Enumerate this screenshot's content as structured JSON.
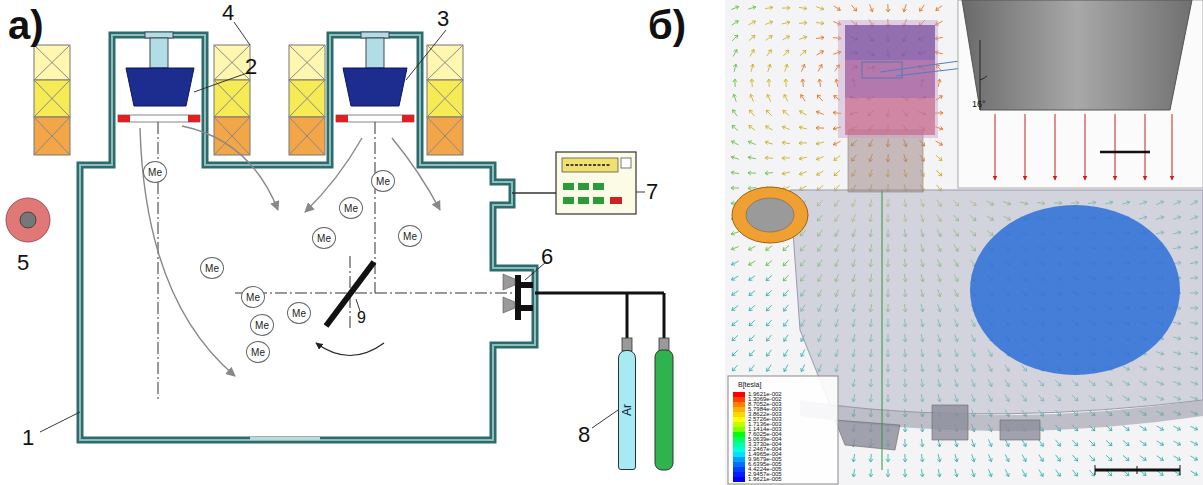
{
  "diagram": {
    "nodes": [
      {
        "text": [
          "Me"
        ]
      },
      {
        "text": [
          "Me"
        ]
      },
      {
        "text": [
          "Me"
        ]
      },
      {
        "text": [
          "Me"
        ]
      },
      {
        "text": [
          "Me"
        ]
      },
      {
        "text": [
          "Me"
        ]
      },
      {
        "text": [
          "Me"
        ]
      },
      {
        "text": [
          "Me"
        ]
      },
      {
        "text": [
          "Me"
        ]
      },
      {
        "text": [
          "Me"
        ]
      },
      {
        "text": [
          "Ar"
        ]
      }
    ],
    "labels": [
      "а)",
      "1",
      "2",
      "3",
      "4",
      "5",
      "6",
      "7",
      "8",
      "9",
      "б)",
      "B[tesla]",
      "16°"
    ],
    "legend": [
      {
        "text": "1.9621e-002",
        "color": "#ff0000"
      },
      {
        "text": "1.3069e-002",
        "color": "#ff4000"
      },
      {
        "text": "8.7052e-003",
        "color": "#ff7f00"
      },
      {
        "text": "5.7984e-003",
        "color": "#ffb000"
      },
      {
        "text": "3.8622e-003",
        "color": "#ffd800"
      },
      {
        "text": "2.5726e-003",
        "color": "#ffff00"
      },
      {
        "text": "1.7136e-003",
        "color": "#c0ff00"
      },
      {
        "text": "1.1414e-003",
        "color": "#80ff00"
      },
      {
        "text": "7.6025e-004",
        "color": "#00ff00"
      },
      {
        "text": "5.0639e-004",
        "color": "#00ff60"
      },
      {
        "text": "3.3730e-004",
        "color": "#00ffa0"
      },
      {
        "text": "2.2467e-004",
        "color": "#00ffe0"
      },
      {
        "text": "1.4965e-004",
        "color": "#00e0ff"
      },
      {
        "text": "9.9679e-005",
        "color": "#00a0ff"
      },
      {
        "text": "6.6395e-005",
        "color": "#0070ff"
      },
      {
        "text": "4.4224e-005",
        "color": "#0040ff"
      },
      {
        "text": "2.9457e-005",
        "color": "#0020ff"
      },
      {
        "text": "1.9621e-005",
        "color": "#0000ff"
      }
    ]
  }
}
